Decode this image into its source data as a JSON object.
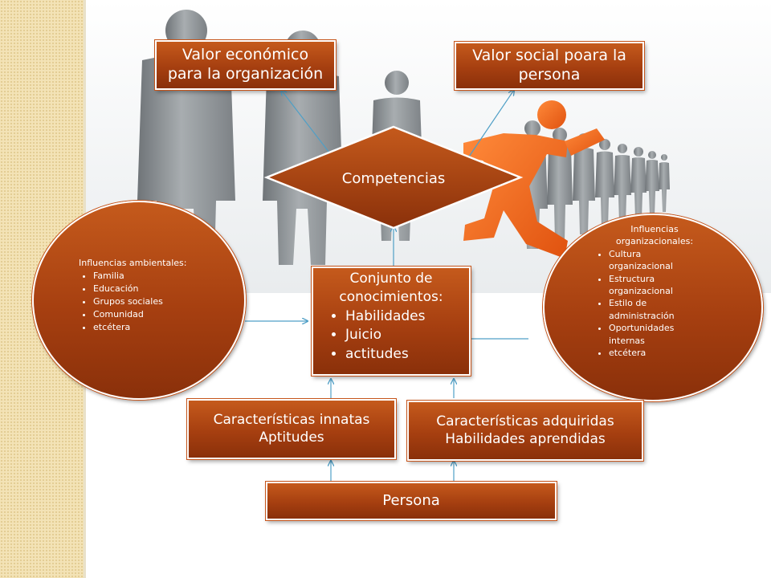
{
  "valor_economico": [
    "Valor económico",
    "para la organización"
  ],
  "valor_social": [
    "Valor social poara la",
    "persona"
  ],
  "competencias": "Competencias",
  "conjunto": {
    "title": [
      "Conjunto de",
      "conocimientos:"
    ],
    "items": [
      "Habilidades",
      "Juicio",
      "actitudes"
    ]
  },
  "influencias_ambientales": {
    "title": "Influencias ambientales:",
    "items": [
      "Familia",
      "Educación",
      "Grupos sociales",
      "Comunidad",
      "etcétera"
    ]
  },
  "influencias_organizacionales": {
    "title": [
      "Influencias",
      "organizacionales:"
    ],
    "items": [
      "Cultura organizacional",
      "Estructura organizacional",
      "Estilo de administración",
      "Oportunidades internas",
      "etcétera"
    ]
  },
  "caracteristicas_innatas": [
    "Características innatas",
    "Aptitudes"
  ],
  "caracteristicas_adquiridas": [
    "Características adquiridas",
    "Habilidades aprendidas"
  ],
  "persona": "Persona",
  "colors": {
    "shape_fill": "#a63f10",
    "shape_border": "#ffffff",
    "arrow": "#4f9fc6",
    "runner": "#f26a1b",
    "figures": "#8d9296"
  }
}
